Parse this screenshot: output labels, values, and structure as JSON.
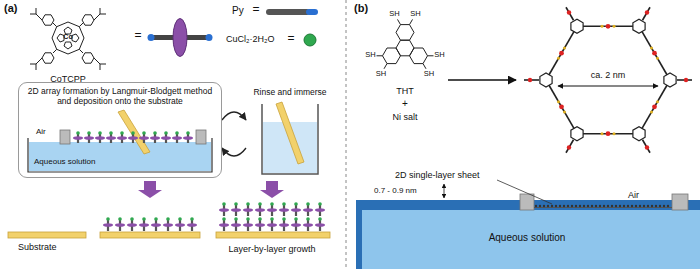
{
  "diagram": {
    "nodes": [
      {
        "text": [
          "2D array formation by Langmuir-Blodgett method and deposition onto the substrate"
        ]
      },
      {
        "text": [
          "Rinse and immerse"
        ]
      }
    ],
    "edges": [
      {
        "from": 0,
        "to": 1,
        "arrow": "both"
      }
    ],
    "labels": [
      "(a)",
      "Co",
      "CoTCPP",
      "=",
      "Py",
      "=",
      "CuCl₂·2H₂O",
      "=",
      "Air",
      "Aqueous solution",
      "Substrate",
      "Layer-by-layer growth",
      "(b)",
      "SH",
      "SH",
      "SH",
      "SH",
      "SH",
      "SH",
      "THT",
      "+",
      "Ni salt",
      "ca. 2 nm",
      "2D single-layer sheet",
      "0.7 - 0.9 nm",
      "Air",
      "Aqueous solution"
    ]
  }
}
